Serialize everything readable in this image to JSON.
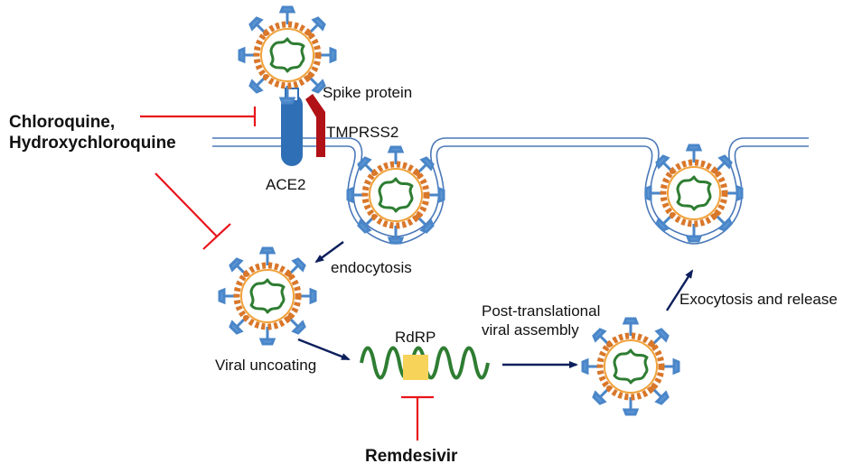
{
  "labels": {
    "spike_protein": "Spike protein",
    "tmprss2": "TMPRSS2",
    "ace2": "ACE2",
    "endocytosis": "endocytosis",
    "viral_uncoating": "Viral uncoating",
    "rdrp": "RdRP",
    "post_translational_line1": "Post-translational",
    "post_translational_line2": "viral assembly",
    "exocytosis": "Exocytosis and release"
  },
  "drugs": {
    "chloroquine_line1": "Chloroquine,",
    "chloroquine_line2": "Hydroxychloroquine",
    "remdesivir": "Remdesivir"
  },
  "colors": {
    "inhibitor": "#e8141b",
    "arrow": "#0d1f5c",
    "membrane": "#4a78b8",
    "rna": "#2e7d32",
    "ace2": "#2f6fb5",
    "tmprss2": "#b01217",
    "rdrp_box": "#f7d35a",
    "virus_orange": "#d9772a",
    "virus_blue": "#4a86c8"
  }
}
